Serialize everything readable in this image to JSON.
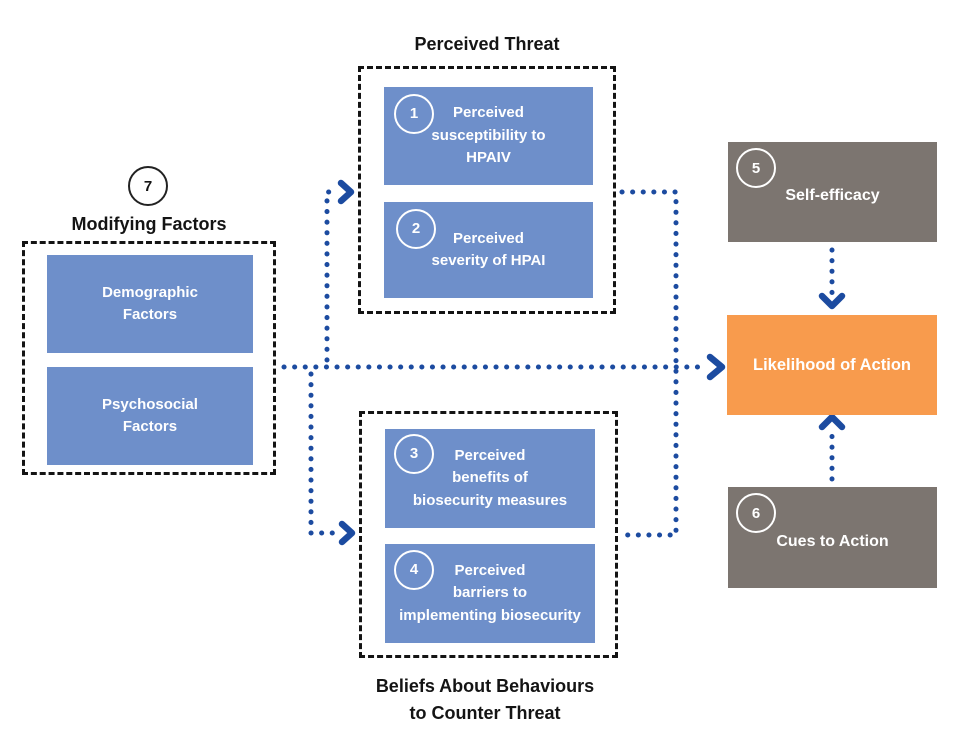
{
  "colors": {
    "box_blue": "#6e8fca",
    "box_gray": "#7c7570",
    "box_orange": "#f89b4d",
    "arrow_blue": "#1c4ba0",
    "dashed_border": "#141414"
  },
  "perceived_threat_group": {
    "title": "Perceived Threat",
    "items": [
      {
        "number": "1",
        "label": "Perceived\nsusceptibility to\nHPAIV"
      },
      {
        "number": "2",
        "label": "Perceived\nseverity of HPAI"
      }
    ]
  },
  "modifying_factors_group": {
    "number": "7",
    "title": "Modifying Factors",
    "items": [
      {
        "label": "Demographic\nFactors"
      },
      {
        "label": "Psychosocial\nFactors"
      }
    ]
  },
  "beliefs_group": {
    "title": "Beliefs About Behaviours\nto Counter Threat",
    "items": [
      {
        "number": "3",
        "label": "Perceived\nbenefits of\nbiosecurity measures"
      },
      {
        "number": "4",
        "label": "Perceived\nbarriers to\nimplementing biosecurity"
      }
    ]
  },
  "self_efficacy": {
    "number": "5",
    "label": "Self-efficacy"
  },
  "likelihood_of_action": {
    "label": "Likelihood of Action"
  },
  "cues_to_action": {
    "number": "6",
    "label": "Cues to Action"
  }
}
